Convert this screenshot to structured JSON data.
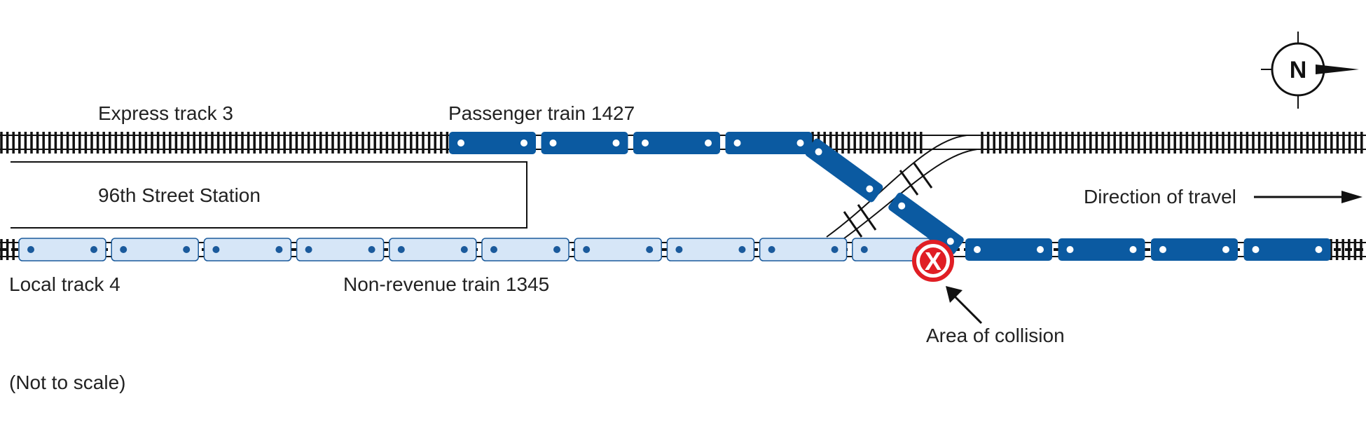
{
  "labels": {
    "express_track": "Express track 3",
    "passenger_train": "Passenger train 1427",
    "station": "96th Street Station",
    "local_track": "Local track 4",
    "nonrevenue_train": "Non-revenue train 1345",
    "direction": "Direction of travel",
    "collision": "Area of collision",
    "not_to_scale": "(Not to scale)"
  },
  "compass": {
    "label": "N",
    "icon": "north-arrow-icon"
  },
  "collision_marker": {
    "symbol": "X",
    "icon": "collision-x-icon"
  },
  "colors": {
    "passenger_train": "#0b5aa1",
    "nonrevenue_train": "#d6e6f7",
    "nonrevenue_outline": "#1a5a9c",
    "collision_ring": "#e01e24",
    "track": "#111111"
  },
  "trains": {
    "passenger_1427": {
      "cars_before_switch": 4,
      "cars_in_switch": 2,
      "cars_after_switch": 4
    },
    "nonrevenue_1345": {
      "cars": 10
    }
  }
}
